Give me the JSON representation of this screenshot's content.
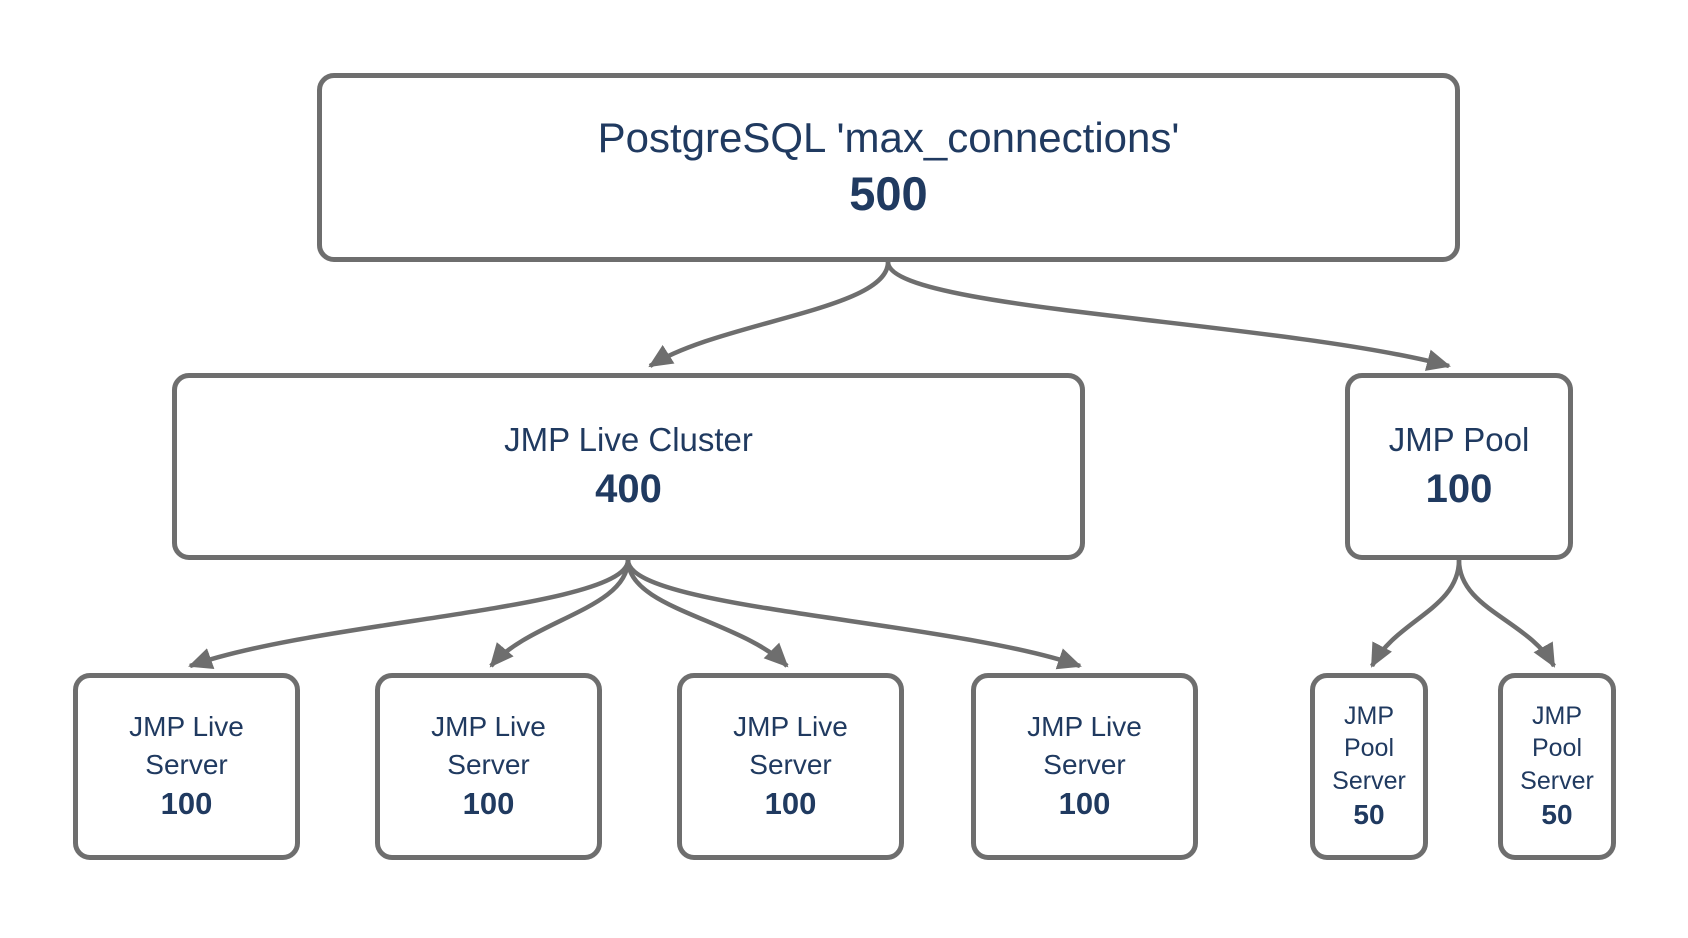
{
  "diagram": {
    "background_color": "#ffffff",
    "text_color": "#203a60",
    "line_color": "#6e6e6e",
    "nodes": [
      {
        "id": "postgresql-max-connections",
        "label": "PostgreSQL 'max_connections'",
        "value": "500"
      },
      {
        "id": "jmp-live-cluster",
        "label": "JMP Live Cluster",
        "value": "400"
      },
      {
        "id": "jmp-pool",
        "label": "JMP Pool",
        "value": "100"
      },
      {
        "id": "jmp-live-server-1",
        "label": "JMP Live Server",
        "value": "100"
      },
      {
        "id": "jmp-live-server-2",
        "label": "JMP Live Server",
        "value": "100"
      },
      {
        "id": "jmp-live-server-3",
        "label": "JMP Live Server",
        "value": "100"
      },
      {
        "id": "jmp-live-server-4",
        "label": "JMP Live Server",
        "value": "100"
      },
      {
        "id": "jmp-pool-server-1",
        "label": "JMP Pool Server",
        "value": "50"
      },
      {
        "id": "jmp-pool-server-2",
        "label": "JMP Pool Server",
        "value": "50"
      }
    ],
    "edges": [
      {
        "from": "postgresql-max-connections",
        "to": "jmp-live-cluster"
      },
      {
        "from": "postgresql-max-connections",
        "to": "jmp-pool"
      },
      {
        "from": "jmp-live-cluster",
        "to": "jmp-live-server-1"
      },
      {
        "from": "jmp-live-cluster",
        "to": "jmp-live-server-2"
      },
      {
        "from": "jmp-live-cluster",
        "to": "jmp-live-server-3"
      },
      {
        "from": "jmp-live-cluster",
        "to": "jmp-live-server-4"
      },
      {
        "from": "jmp-pool",
        "to": "jmp-pool-server-1"
      },
      {
        "from": "jmp-pool",
        "to": "jmp-pool-server-2"
      }
    ]
  }
}
